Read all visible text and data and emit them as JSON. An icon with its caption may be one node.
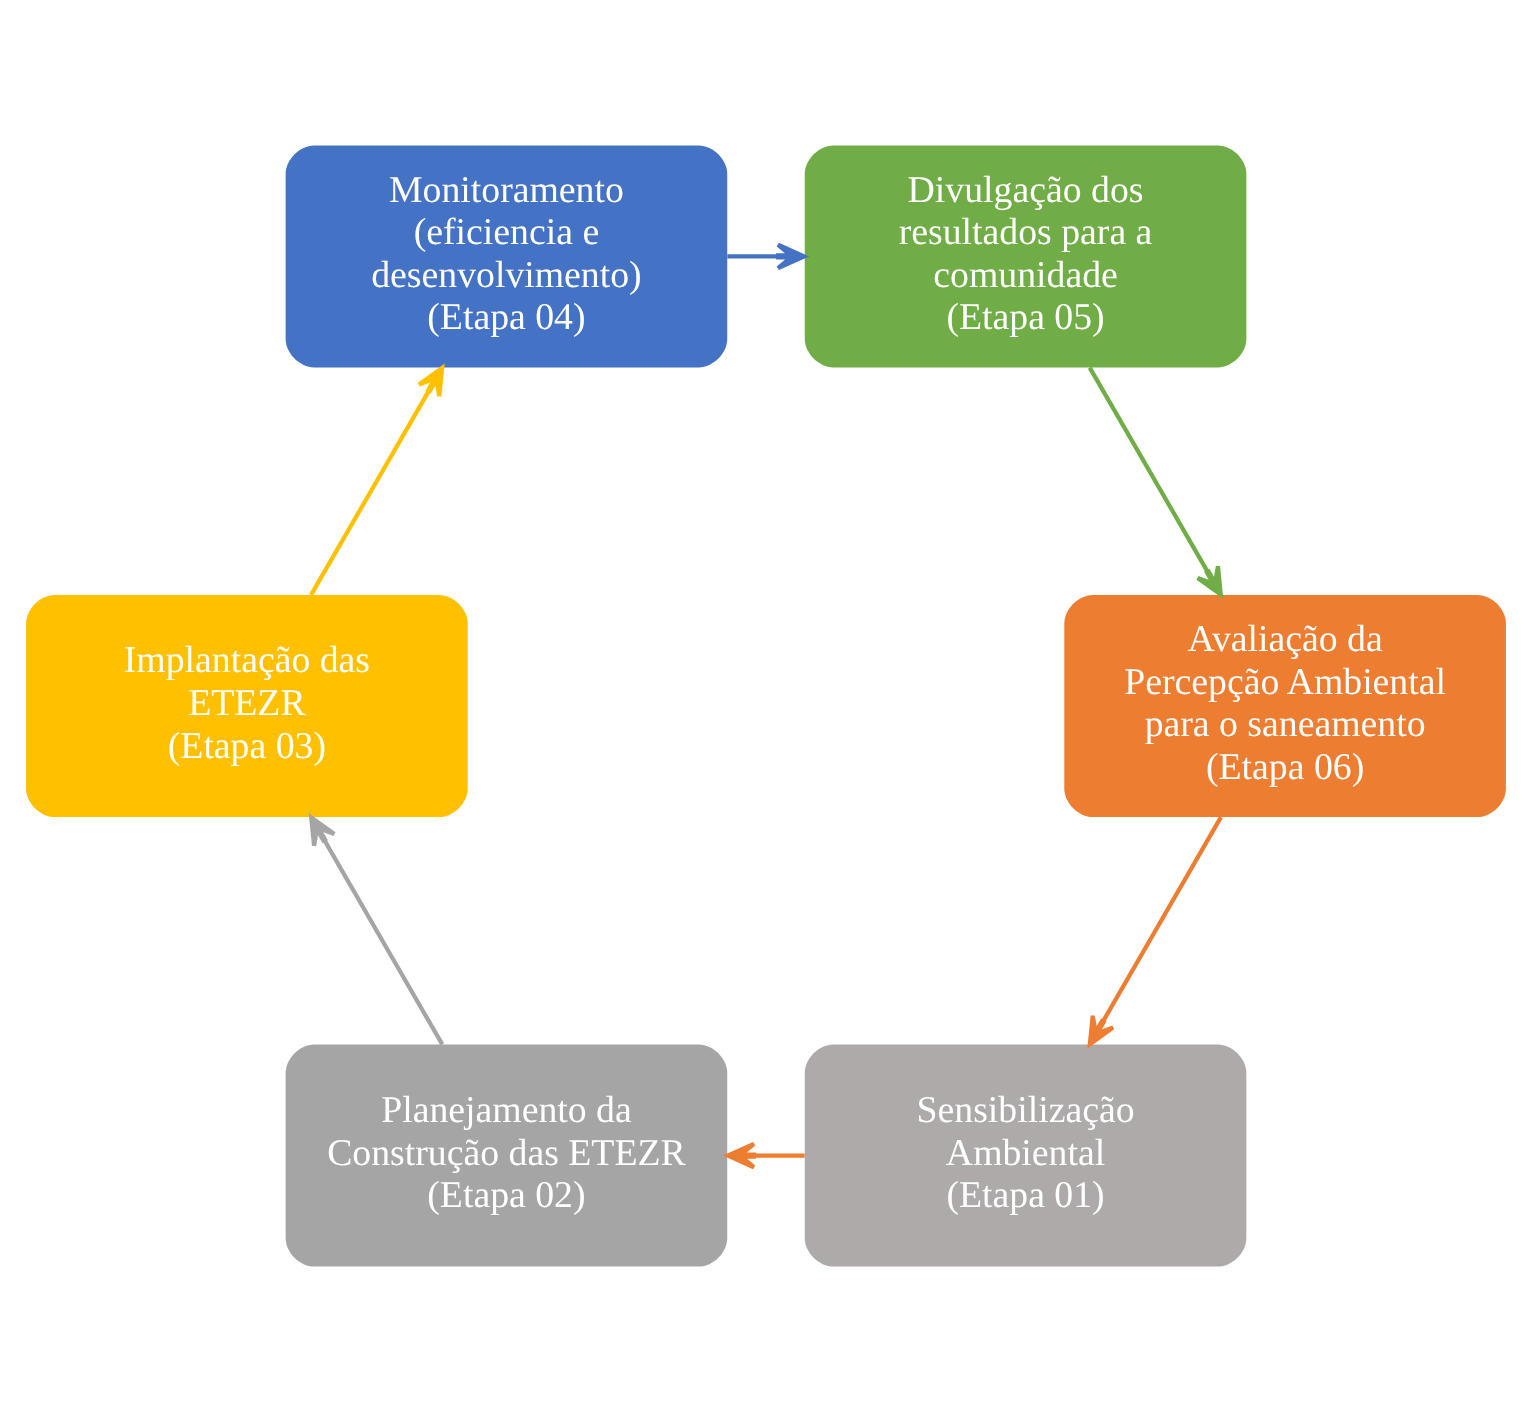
{
  "diagram": {
    "nodes": [
      {
        "text": [
          "Sensibilização Ambiental",
          "(Etapa 01)"
        ]
      },
      {
        "text": [
          "Planejamento da Construção das ETEZR",
          "(Etapa 02)"
        ]
      },
      {
        "text": [
          "Implantação das ETEZR",
          "(Etapa 03)"
        ]
      },
      {
        "text": [
          "Monitoramento (eficiencia e desenvolvimento)",
          "(Etapa 04)"
        ]
      },
      {
        "text": [
          "Divulgação dos resultados para a comunidade",
          "(Etapa 05)"
        ]
      },
      {
        "text": [
          "Avaliação da Percepção Ambiental para o saneamento",
          "(Etapa 06)"
        ]
      }
    ],
    "edges": [
      {
        "from": 0,
        "to": 1,
        "arrow": "to",
        "color": "#ed7d31"
      },
      {
        "from": 1,
        "to": 2,
        "arrow": "to",
        "color": "#a5a5a5"
      },
      {
        "from": 2,
        "to": 3,
        "arrow": "to",
        "color": "#ffc000"
      },
      {
        "from": 3,
        "to": 4,
        "arrow": "to",
        "color": "#4472c4"
      },
      {
        "from": 4,
        "to": 5,
        "arrow": "to",
        "color": "#70ad47"
      },
      {
        "from": 5,
        "to": 0,
        "arrow": "to",
        "color": "#ed7d31"
      }
    ]
  }
}
